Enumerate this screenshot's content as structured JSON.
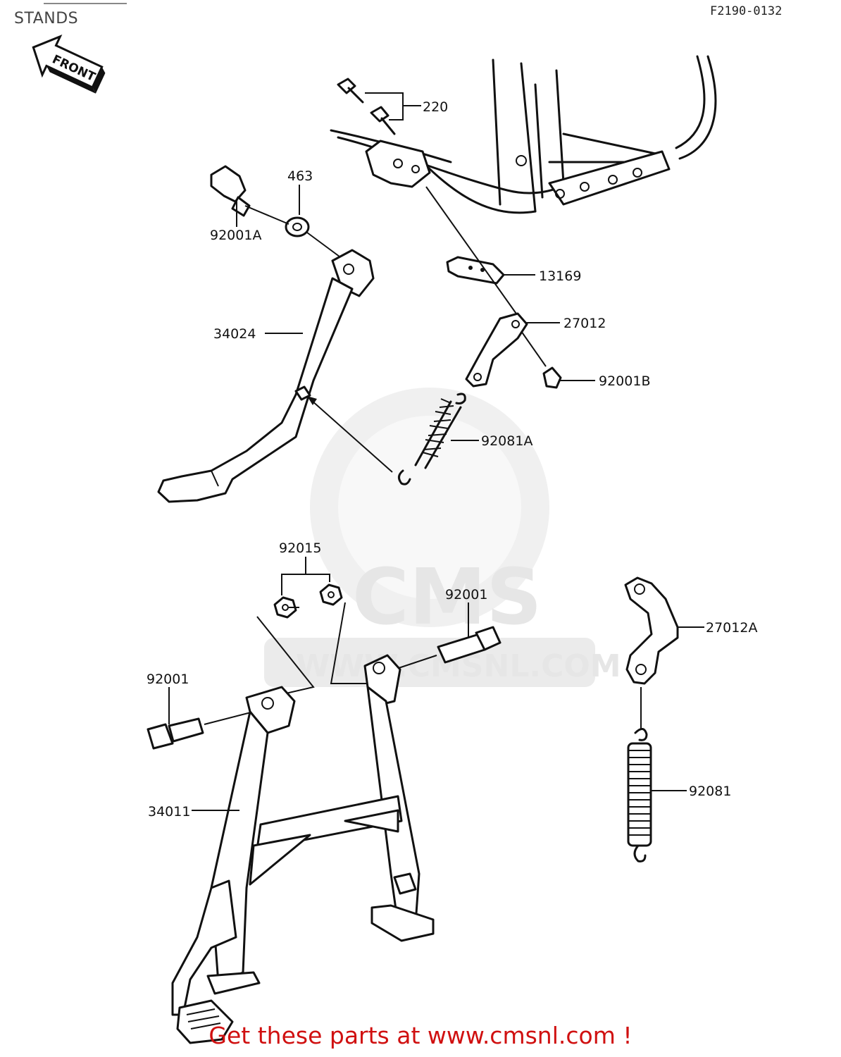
{
  "header": {
    "title": "STANDS",
    "figure_code": "F2190-0132",
    "front_badge": "FRONT"
  },
  "labels": {
    "p220": "220",
    "p463": "463",
    "p92001A": "92001A",
    "p13169": "13169",
    "p27012": "27012",
    "p92001B": "92001B",
    "p34024": "34024",
    "p92081A": "92081A",
    "p92015": "92015",
    "p92001_right": "92001",
    "p92001_left": "92001",
    "p27012A": "27012A",
    "p34011": "34011",
    "p92081": "92081"
  },
  "watermark": {
    "logo": "CMS",
    "url": "WWW.CMSNL.COM"
  },
  "footer": {
    "cta": "Get these parts at www.cmsnl.com !"
  }
}
